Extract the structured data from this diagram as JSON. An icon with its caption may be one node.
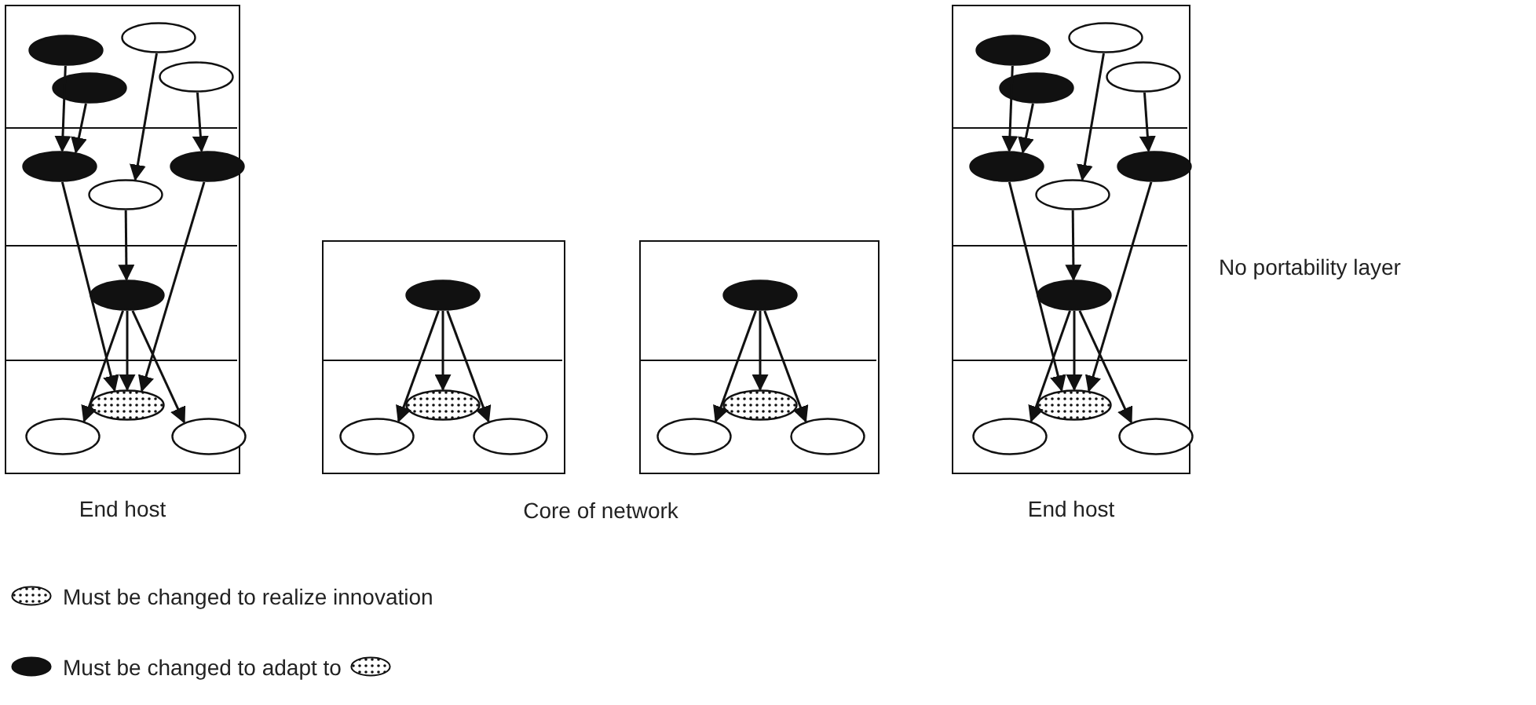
{
  "diagram": {
    "nodes": [
      {
        "text": [
          "End host"
        ]
      },
      {
        "text": [],
        "shape": "ellipse",
        "in": 0
      },
      {
        "text": [],
        "shape": "ellipse",
        "in": 0
      },
      {
        "text": [],
        "shape": "ellipse",
        "in": 0
      },
      {
        "text": [],
        "shape": "ellipse",
        "in": 0
      },
      {
        "text": [],
        "shape": "ellipse",
        "in": 0
      },
      {
        "text": [],
        "shape": "ellipse",
        "in": 0
      },
      {
        "text": [],
        "shape": "ellipse",
        "in": 0
      },
      {
        "text": [],
        "shape": "ellipse",
        "in": 0
      },
      {
        "text": [],
        "shape": "ellipse",
        "in": 0
      },
      {
        "text": [],
        "shape": "ellipse",
        "in": 0
      },
      {
        "text": [],
        "shape": "ellipse",
        "in": 0
      },
      {
        "text": [],
        "shape": "box"
      },
      {
        "text": [],
        "shape": "ellipse",
        "in": 12
      },
      {
        "text": [],
        "shape": "ellipse",
        "in": 12
      },
      {
        "text": [],
        "shape": "ellipse",
        "in": 12
      },
      {
        "text": [],
        "shape": "ellipse",
        "in": 12
      },
      {
        "text": [],
        "shape": "box"
      },
      {
        "text": [],
        "shape": "ellipse",
        "in": 17
      },
      {
        "text": [],
        "shape": "ellipse",
        "in": 17
      },
      {
        "text": [],
        "shape": "ellipse",
        "in": 17
      },
      {
        "text": [],
        "shape": "ellipse",
        "in": 17
      },
      {
        "text": [
          "End host"
        ]
      },
      {
        "text": [],
        "shape": "ellipse",
        "in": 22
      },
      {
        "text": [],
        "shape": "ellipse",
        "in": 22
      },
      {
        "text": [],
        "shape": "ellipse",
        "in": 22
      },
      {
        "text": [],
        "shape": "ellipse",
        "in": 22
      },
      {
        "text": [],
        "shape": "ellipse",
        "in": 22
      },
      {
        "text": [],
        "shape": "ellipse",
        "in": 22
      },
      {
        "text": [],
        "shape": "ellipse",
        "in": 22
      },
      {
        "text": [],
        "shape": "ellipse",
        "in": 22
      },
      {
        "text": [],
        "shape": "ellipse",
        "in": 22
      },
      {
        "text": [],
        "shape": "ellipse",
        "in": 22
      },
      {
        "text": [],
        "shape": "ellipse",
        "in": 22
      }
    ],
    "edges": [
      {
        "from": 1,
        "to": 5,
        "arrow": "to"
      },
      {
        "from": 3,
        "to": 5,
        "arrow": "to"
      },
      {
        "from": 2,
        "to": 7,
        "arrow": "to"
      },
      {
        "from": 4,
        "to": 6,
        "arrow": "to"
      },
      {
        "from": 7,
        "to": 8,
        "arrow": "to"
      },
      {
        "from": 5,
        "to": 9,
        "arrow": "to"
      },
      {
        "from": 6,
        "to": 9,
        "arrow": "to"
      },
      {
        "from": 8,
        "to": 10,
        "arrow": "to"
      },
      {
        "from": 8,
        "to": 9,
        "arrow": "to"
      },
      {
        "from": 8,
        "to": 11,
        "arrow": "to"
      },
      {
        "from": 13,
        "to": 15,
        "arrow": "to"
      },
      {
        "from": 13,
        "to": 14,
        "arrow": "to"
      },
      {
        "from": 13,
        "to": 16,
        "arrow": "to"
      },
      {
        "from": 18,
        "to": 20,
        "arrow": "to"
      },
      {
        "from": 18,
        "to": 19,
        "arrow": "to"
      },
      {
        "from": 18,
        "to": 21,
        "arrow": "to"
      },
      {
        "from": 23,
        "to": 27,
        "arrow": "to"
      },
      {
        "from": 25,
        "to": 27,
        "arrow": "to"
      },
      {
        "from": 24,
        "to": 29,
        "arrow": "to"
      },
      {
        "from": 26,
        "to": 28,
        "arrow": "to"
      },
      {
        "from": 29,
        "to": 30,
        "arrow": "to"
      },
      {
        "from": 27,
        "to": 31,
        "arrow": "to"
      },
      {
        "from": 28,
        "to": 31,
        "arrow": "to"
      },
      {
        "from": 30,
        "to": 32,
        "arrow": "to"
      },
      {
        "from": 30,
        "to": 31,
        "arrow": "to"
      },
      {
        "from": 30,
        "to": 33,
        "arrow": "to"
      }
    ],
    "labels": [
      "Core of network",
      "No portability layer"
    ],
    "legend": [
      {
        "text": "Must be changed to realize innovation"
      },
      {
        "text": "Must be changed to adapt to"
      }
    ]
  }
}
